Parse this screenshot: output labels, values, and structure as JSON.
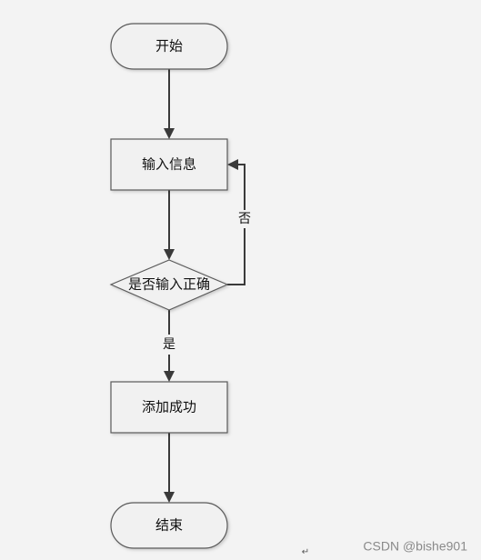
{
  "nodes": {
    "start": {
      "label": "开始",
      "shape": "terminal"
    },
    "input": {
      "label": "输入信息",
      "shape": "process"
    },
    "check": {
      "label": "是否输入正确",
      "shape": "decision"
    },
    "success": {
      "label": "添加成功",
      "shape": "process"
    },
    "end": {
      "label": "结束",
      "shape": "terminal"
    }
  },
  "edges": {
    "yes_label": "是",
    "no_label": "否"
  },
  "footer": {
    "watermark": "CSDN @bishe901",
    "return_mark": "↵"
  },
  "colors": {
    "background": "#f3f3f3",
    "node_fill": "#f1f1f1",
    "node_stroke": "#5a5a5a",
    "arrow": "#3a3a3a"
  }
}
